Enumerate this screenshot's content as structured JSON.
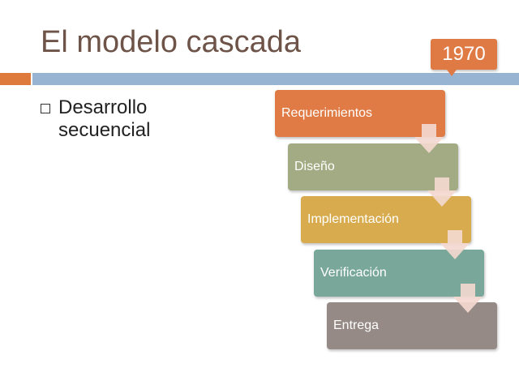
{
  "slide": {
    "title": "El modelo cascada",
    "year": "1970",
    "bullet": "Desarrollo secuencial"
  },
  "stages": [
    {
      "label": "Requerimientos",
      "color": "#e07b45"
    },
    {
      "label": "Diseño",
      "color": "#a3ab84"
    },
    {
      "label": "Implementación",
      "color": "#d8ac4e"
    },
    {
      "label": "Verificación",
      "color": "#79a89a"
    },
    {
      "label": "Entrega",
      "color": "#958a85"
    }
  ],
  "colors": {
    "title": "#6e5448",
    "accent_orange": "#de7a3b",
    "accent_blue": "#97b4d2",
    "arrow": "#f3d8cf"
  }
}
